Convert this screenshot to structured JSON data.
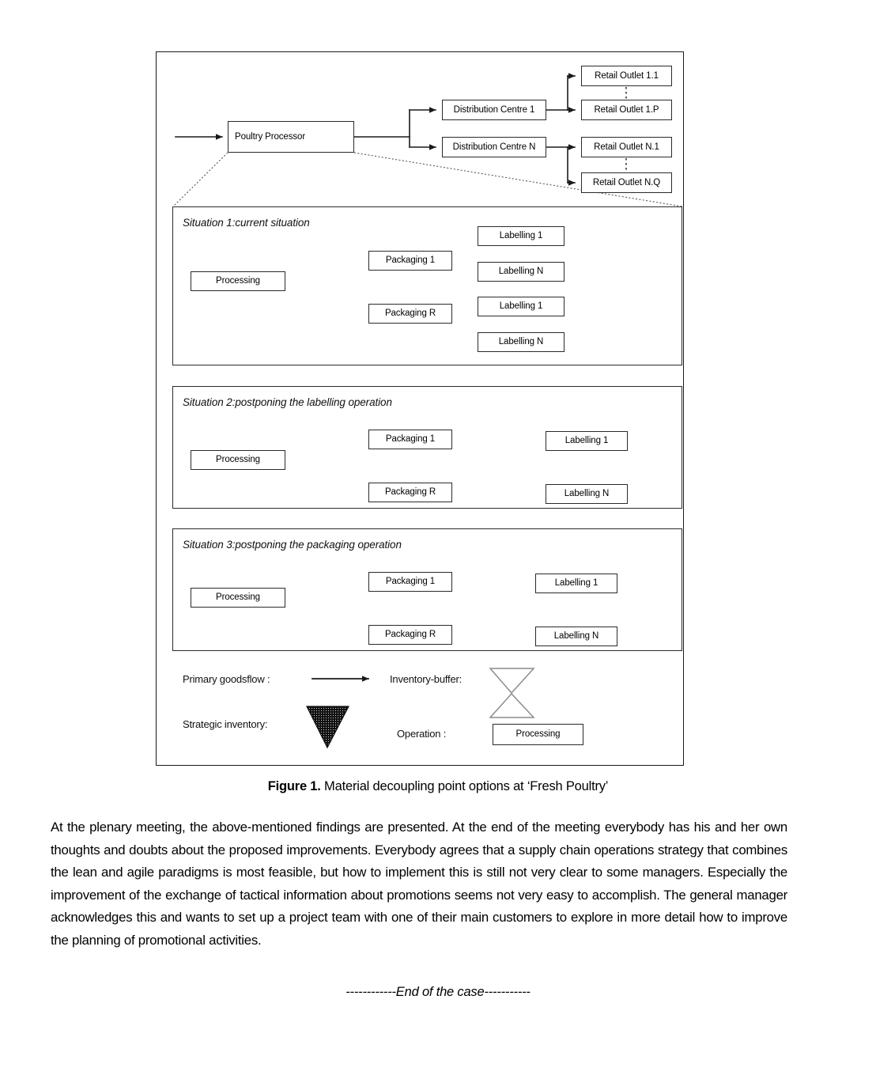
{
  "figure": {
    "caption_prefix": "Figure 1.",
    "caption_text": " Material decoupling point options at ‘Fresh Poultry’"
  },
  "supply_chain": {
    "processor": "Poultry Processor",
    "distribution_centres": [
      "Distribution Centre 1",
      "Distribution Centre N"
    ],
    "retail_outlets": [
      "Retail Outlet 1.1",
      "Retail Outlet 1.P",
      "Retail Outlet N.1",
      "Retail Outlet N.Q"
    ]
  },
  "situations": [
    {
      "title": "Situation 1:current situation",
      "processing": "Processing",
      "packaging": [
        "Packaging 1",
        "Packaging R"
      ],
      "labelling": [
        "Labelling 1",
        "Labelling N",
        "Labelling 1",
        "Labelling N"
      ],
      "buffer_position": "after-processing",
      "strategic_inventory_position": "after-labelling"
    },
    {
      "title": "Situation 2:postponing the labelling operation",
      "processing": "Processing",
      "packaging": [
        "Packaging 1",
        "Packaging R"
      ],
      "labelling": [
        "Labelling 1",
        "Labelling N"
      ],
      "buffer_position": "after-processing",
      "strategic_inventory_position": "after-packaging"
    },
    {
      "title": "Situation 3:postponing the packaging operation",
      "processing": "Processing",
      "packaging": [
        "Packaging 1",
        "Packaging R"
      ],
      "labelling": [
        "Labelling 1",
        "Labelling N"
      ],
      "buffer_position": "after-packaging",
      "strategic_inventory_position": "after-processing"
    }
  ],
  "legend": {
    "primary_goodsflow_label": "Primary goodsflow :",
    "strategic_inventory_label": "Strategic inventory:",
    "inventory_buffer_label": "Inventory-buffer:",
    "operation_label": "Operation :",
    "operation_sample_box": "Processing"
  },
  "body": {
    "paragraph": "At the plenary meeting, the above-mentioned findings are presented. At the end of the meeting everybody has his and her own thoughts and doubts about the proposed improvements. Everybody agrees that a supply chain operations strategy that combines the lean and agile paradigms is most feasible, but how to implement this is still not very clear to some managers. Especially the improvement of the exchange of tactical information about promotions seems not very easy to accomplish. The general manager acknowledges this and wants to set up a project team with one of their main customers to explore in more detail how to improve the planning of promotional activities.",
    "end_marker": "------------End of the case-----------"
  },
  "colors": {
    "stroke": "#2a2a2a",
    "fill": "#ffffff",
    "strategic_inventory_fill": "#111111",
    "buffer_stroke": "#6b6b6b"
  }
}
